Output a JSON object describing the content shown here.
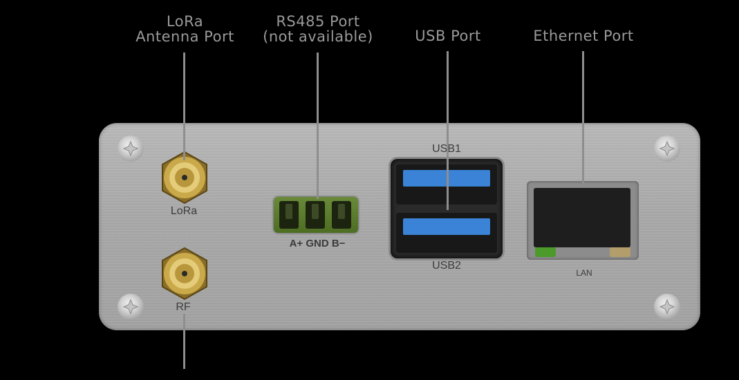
{
  "callouts": {
    "lora_antenna": [
      "LoRa",
      "Antenna Port"
    ],
    "rs485": [
      "RS485 Port",
      "(not available)"
    ],
    "usb": [
      "USB Port"
    ],
    "ethernet": [
      "Ethernet Port"
    ]
  },
  "panel_labels": {
    "lora": "LoRa",
    "rf": "RF",
    "rs485_pins": "A+ GND B−",
    "usb1": "USB1",
    "usb2": "USB2",
    "lan": "LAN"
  },
  "colors": {
    "background": "#000000",
    "panel": "#b0b0b0",
    "callout_text": "#9a9a9a",
    "terminal_block": "#5a7d2c",
    "usb_tongue": "#3a83d6",
    "led_left": "#4c9a2a",
    "led_right": "#b39d6a"
  }
}
